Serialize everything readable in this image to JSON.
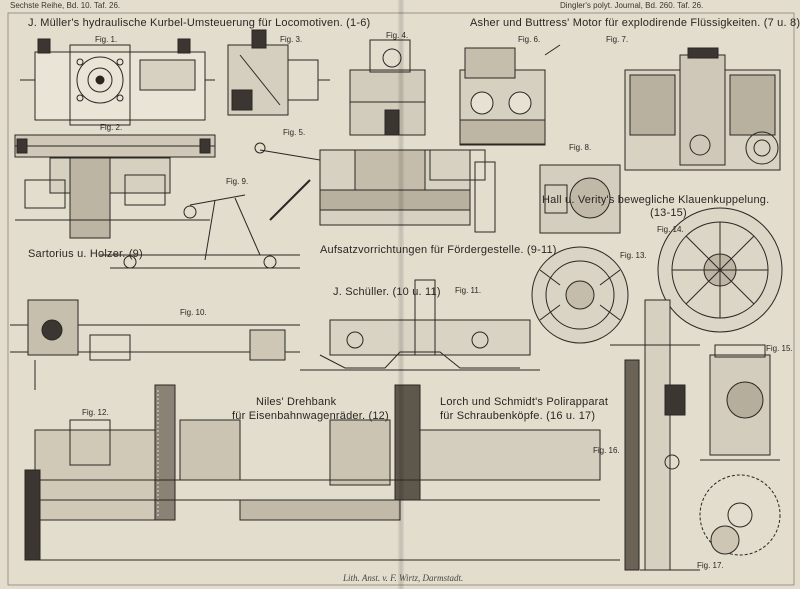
{
  "header": {
    "left": "Sechste Reihe, Bd. 10. Taf. 26.",
    "right": "Dingler's polyt. Journal, Bd. 260. Taf. 26."
  },
  "titles": {
    "mueller": "J. Müller's hydraulische Kurbel-Umsteuerung für Locomotiven.",
    "mueller_ref": "(1-6)",
    "asher": "Asher und Buttress' Motor für explodirende Flüssigkeiten.",
    "asher_ref": "(7 u. 8)",
    "hall": "Hall u. Verity's bewegliche Klauenkuppelung.",
    "hall_ref": "(13-15)",
    "sartorius": "Sartorius u. Holzer.",
    "sartorius_ref": "(9)",
    "aufsatz": "Aufsatzvorrichtungen für Fördergestelle.",
    "aufsatz_ref": "(9-11)",
    "schueller": "J. Schüller.",
    "schueller_ref": "(10 u. 11)",
    "niles_1": "Niles' Drehbank",
    "niles_2": "für Eisenbahnwagenräder.",
    "niles_ref": "(12)",
    "lorch_1": "Lorch und Schmidt's Polirapparat",
    "lorch_2": "für Schraubenköpfe.",
    "lorch_ref": "(16 u. 17)"
  },
  "figures": {
    "f1": "Fig. 1.",
    "f2": "Fig. 2.",
    "f3": "Fig. 3.",
    "f4": "Fig. 4.",
    "f5": "Fig. 5.",
    "f6": "Fig. 6.",
    "f7": "Fig. 7.",
    "f8": "Fig. 8.",
    "f9": "Fig. 9.",
    "f10": "Fig. 10.",
    "f11": "Fig. 11.",
    "f12": "Fig. 12.",
    "f13": "Fig. 13.",
    "f14": "Fig. 14.",
    "f15": "Fig. 15.",
    "f16": "Fig. 16.",
    "f17": "Fig. 17."
  },
  "imprint": "Lith. Anst. v. F. Wirtz, Darmstadt."
}
